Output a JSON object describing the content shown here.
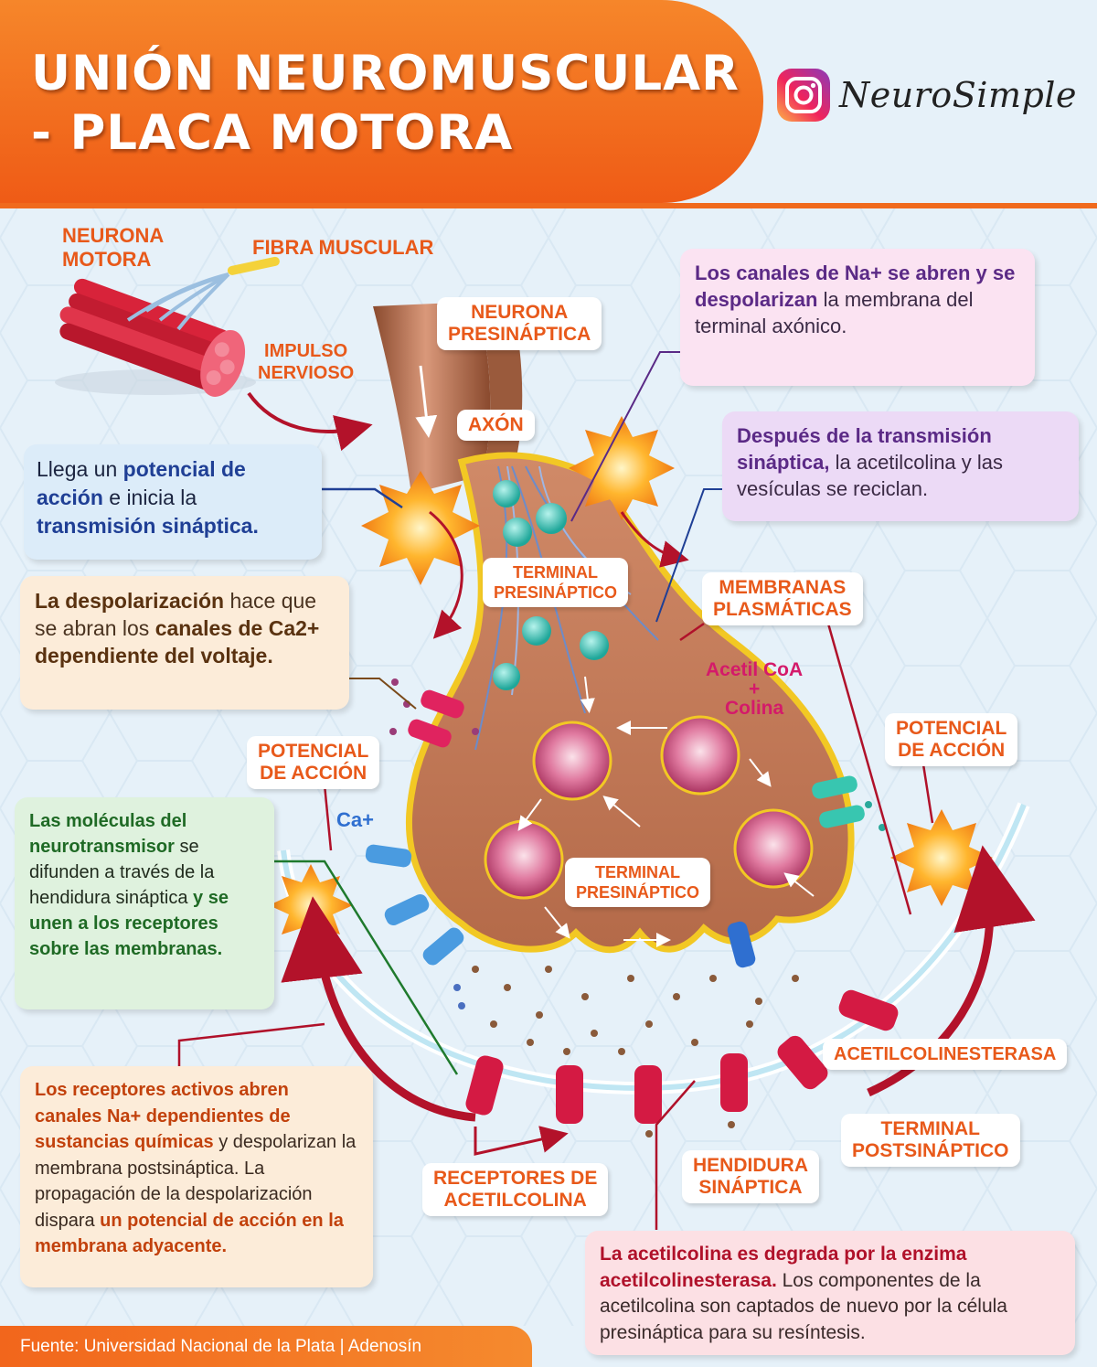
{
  "header": {
    "title": "UNIÓN NEUROMUSCULAR - PLACA MOTORA",
    "brand": "NeuroSimple",
    "brand_icon": "instagram-icon",
    "accent": "#f06a1d"
  },
  "labels": {
    "neurona_motora": "NEURONA\nMOTORA",
    "fibra_muscular": "FIBRA MUSCULAR",
    "impulso_nervioso": "IMPULSO\nNERVIOSO",
    "neurona_presinaptica": "NEURONA\nPRESINÁPTICA",
    "axon": "AXÓN",
    "terminal_presinaptico_top": "TERMINAL\nPRESINÁPTICO",
    "membranas_plasmaticas": "MEMBRANAS\nPLASMÁTICAS",
    "acetil_coa": "Acetil CoA\n+\nColina",
    "potencial_accion_left": "POTENCIAL\nDE ACCIÓN",
    "potencial_accion_right": "POTENCIAL\nDE ACCIÓN",
    "ca_plus": "Ca+",
    "terminal_presinaptico_inner": "TERMINAL\nPRESINÁPTICO",
    "acetilcolinesterasa": "ACETILCOLINESTERASA",
    "terminal_postsinaptico": "TERMINAL\nPOSTSINÁPTICO",
    "receptores_acetilcolina": "RECEPTORES DE\nACETILCOLINA",
    "hendidura_sinaptica": "HENDIDURA\nSINÁPTICA"
  },
  "boxes": {
    "na_channels": {
      "bold": "Los canales de Na+ se abren y se despolarizan",
      "rest": " la membrana del terminal axónico."
    },
    "recycle": {
      "bold": "Después de la transmisión sináptica,",
      "rest": " la acetilcolina y las vesículas se reciclan."
    },
    "potential": {
      "part1": "Llega un ",
      "bold1": "potencial de acción",
      "part2": " e inicia la ",
      "bold2": "transmisión sináptica."
    },
    "depolarization": {
      "bold1": "La despolarización",
      "part1": " hace que se abran los ",
      "bold2": "canales de Ca2+ dependiente del voltaje."
    },
    "neurotransmitter": {
      "bold1": "Las moléculas del neurotransmisor",
      "part1": " se difunden a través de la hendidura sináptica ",
      "bold2": "y se unen a los receptores sobre las membranas."
    },
    "receptors": {
      "bold1": "Los receptores activos abren canales Na+ dependientes de sustancias químicas",
      "part1": " y despolarizan la membrana postsináptica. La propagación de la despolarización dispara ",
      "bold2": "un potencial de acción en la membrana adyacente."
    },
    "degradation": {
      "bold1": "La acetilcolina es degrada por la enzima acetilcolinesterasa.",
      "part1": " Los componentes de la acetilcolina son captados de nuevo por la célula presináptica para su resíntesis."
    }
  },
  "footer": {
    "source": "Fuente: Universidad Nacional de la Plata | Adenosín"
  },
  "colors": {
    "title_bg": "#f06a1d",
    "box_blue": "#1f3f95",
    "box_orange_text": "#c2410c",
    "box_green_text": "#1f7a2d",
    "box_purple_text": "#5b2a86",
    "box_red_text": "#b0112a",
    "terminal_brown": "#c57a5a"
  }
}
